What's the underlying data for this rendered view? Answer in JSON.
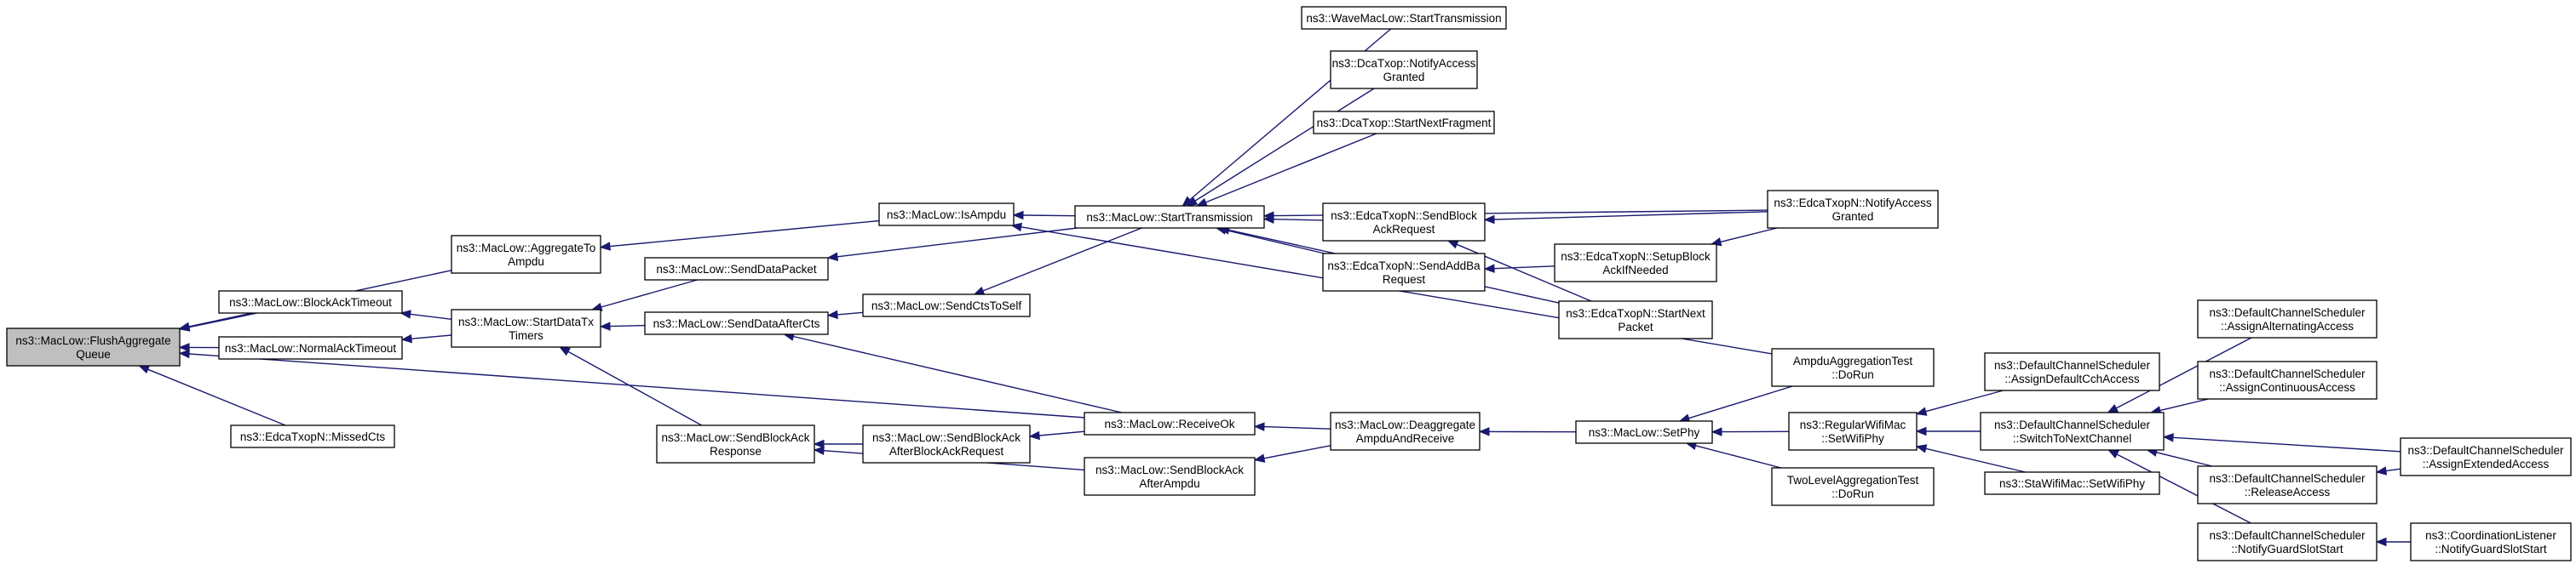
{
  "diagram": {
    "nodes": [
      {
        "id": "flush",
        "lines": [
          "ns3::MacLow::FlushAggregate",
          "Queue"
        ],
        "root": true
      },
      {
        "id": "aggregateTo",
        "lines": [
          "ns3::MacLow::AggregateTo",
          "Ampdu"
        ]
      },
      {
        "id": "blockAckTimeout",
        "lines": [
          "ns3::MacLow::BlockAckTimeout"
        ]
      },
      {
        "id": "normalAckTimeout",
        "lines": [
          "ns3::MacLow::NormalAckTimeout"
        ]
      },
      {
        "id": "missedCts",
        "lines": [
          "ns3::EdcaTxopN::MissedCts"
        ]
      },
      {
        "id": "startDataTx",
        "lines": [
          "ns3::MacLow::StartDataTx",
          "Timers"
        ]
      },
      {
        "id": "sendDataPacket",
        "lines": [
          "ns3::MacLow::SendDataPacket"
        ]
      },
      {
        "id": "sendDataAfterCts",
        "lines": [
          "ns3::MacLow::SendDataAfterCts"
        ]
      },
      {
        "id": "sendBlockAckResponse",
        "lines": [
          "ns3::MacLow::SendBlockAck",
          "Response"
        ]
      },
      {
        "id": "isAmpdu",
        "lines": [
          "ns3::MacLow::IsAmpdu"
        ]
      },
      {
        "id": "sendCtsToSelf",
        "lines": [
          "ns3::MacLow::SendCtsToSelf"
        ]
      },
      {
        "id": "sendBlockAckAfterReq",
        "lines": [
          "ns3::MacLow::SendBlockAck",
          "AfterBlockAckRequest"
        ]
      },
      {
        "id": "startTransmission",
        "lines": [
          "ns3::MacLow::StartTransmission"
        ]
      },
      {
        "id": "receiveOk",
        "lines": [
          "ns3::MacLow::ReceiveOk"
        ]
      },
      {
        "id": "sendBlockAckAfterAmpdu",
        "lines": [
          "ns3::MacLow::SendBlockAck",
          "AfterAmpdu"
        ]
      },
      {
        "id": "waveStart",
        "lines": [
          "ns3::WaveMacLow::StartTransmission"
        ]
      },
      {
        "id": "dcaNotify",
        "lines": [
          "ns3::DcaTxop::NotifyAccess",
          "Granted"
        ]
      },
      {
        "id": "dcaNextFrag",
        "lines": [
          "ns3::DcaTxop::StartNextFragment"
        ]
      },
      {
        "id": "edcaSendBlockAck",
        "lines": [
          "ns3::EdcaTxopN::SendBlock",
          "AckRequest"
        ]
      },
      {
        "id": "edcaSendAddBa",
        "lines": [
          "ns3::EdcaTxopN::SendAddBa",
          "Request"
        ]
      },
      {
        "id": "deaggregate",
        "lines": [
          "ns3::MacLow::Deaggregate",
          "AmpduAndReceive"
        ]
      },
      {
        "id": "edcaNotify",
        "lines": [
          "ns3::EdcaTxopN::NotifyAccess",
          "Granted"
        ]
      },
      {
        "id": "edcaSetupBlockAck",
        "lines": [
          "ns3::EdcaTxopN::SetupBlock",
          "AckIfNeeded"
        ]
      },
      {
        "id": "edcaStartNext",
        "lines": [
          "ns3::EdcaTxopN::StartNext",
          "Packet"
        ]
      },
      {
        "id": "setPhy",
        "lines": [
          "ns3::MacLow::SetPhy"
        ]
      },
      {
        "id": "ampduTest",
        "lines": [
          "AmpduAggregationTest",
          "::DoRun"
        ]
      },
      {
        "id": "regularSetWifiPhy",
        "lines": [
          "ns3::RegularWifiMac",
          "::SetWifiPhy"
        ]
      },
      {
        "id": "twoLevelTest",
        "lines": [
          "TwoLevelAggregationTest",
          "::DoRun"
        ]
      },
      {
        "id": "assignDefaultCch",
        "lines": [
          "ns3::DefaultChannelScheduler",
          "::AssignDefaultCchAccess"
        ]
      },
      {
        "id": "switchToNext",
        "lines": [
          "ns3::DefaultChannelScheduler",
          "::SwitchToNextChannel"
        ]
      },
      {
        "id": "staSetWifiPhy",
        "lines": [
          "ns3::StaWifiMac::SetWifiPhy"
        ]
      },
      {
        "id": "assignAlternating",
        "lines": [
          "ns3::DefaultChannelScheduler",
          "::AssignAlternatingAccess"
        ]
      },
      {
        "id": "assignContinuous",
        "lines": [
          "ns3::DefaultChannelScheduler",
          "::AssignContinuousAccess"
        ]
      },
      {
        "id": "releaseAccess",
        "lines": [
          "ns3::DefaultChannelScheduler",
          "::ReleaseAccess"
        ]
      },
      {
        "id": "notifyGuardSlot",
        "lines": [
          "ns3::DefaultChannelScheduler",
          "::NotifyGuardSlotStart"
        ]
      },
      {
        "id": "assignExtended",
        "lines": [
          "ns3::DefaultChannelScheduler",
          "::AssignExtendedAccess"
        ]
      },
      {
        "id": "coordListener",
        "lines": [
          "ns3::CoordinationListener",
          "::NotifyGuardSlotStart"
        ]
      }
    ],
    "edges": [
      {
        "from": "flush",
        "to": "aggregateTo"
      },
      {
        "from": "flush",
        "to": "blockAckTimeout"
      },
      {
        "from": "flush",
        "to": "normalAckTimeout"
      },
      {
        "from": "flush",
        "to": "missedCts"
      },
      {
        "from": "flush",
        "to": "receiveOk"
      },
      {
        "from": "aggregateTo",
        "to": "isAmpdu"
      },
      {
        "from": "blockAckTimeout",
        "to": "startDataTx"
      },
      {
        "from": "normalAckTimeout",
        "to": "startDataTx"
      },
      {
        "from": "startDataTx",
        "to": "sendDataPacket"
      },
      {
        "from": "startDataTx",
        "to": "sendDataAfterCts"
      },
      {
        "from": "startDataTx",
        "to": "sendBlockAckResponse"
      },
      {
        "from": "sendDataPacket",
        "to": "startTransmission"
      },
      {
        "from": "sendDataAfterCts",
        "to": "sendCtsToSelf"
      },
      {
        "from": "sendDataAfterCts",
        "to": "receiveOk"
      },
      {
        "from": "sendBlockAckResponse",
        "to": "sendBlockAckAfterReq"
      },
      {
        "from": "sendBlockAckResponse",
        "to": "sendBlockAckAfterAmpdu"
      },
      {
        "from": "isAmpdu",
        "to": "startTransmission"
      },
      {
        "from": "isAmpdu",
        "to": "ampduTest"
      },
      {
        "from": "sendCtsToSelf",
        "to": "startTransmission"
      },
      {
        "from": "sendBlockAckAfterReq",
        "to": "receiveOk"
      },
      {
        "from": "receiveOk",
        "to": "deaggregate"
      },
      {
        "from": "sendBlockAckAfterAmpdu",
        "to": "deaggregate"
      },
      {
        "from": "startTransmission",
        "to": "waveStart"
      },
      {
        "from": "startTransmission",
        "to": "dcaNotify"
      },
      {
        "from": "startTransmission",
        "to": "dcaNextFrag"
      },
      {
        "from": "startTransmission",
        "to": "edcaSendBlockAck"
      },
      {
        "from": "startTransmission",
        "to": "edcaSendAddBa"
      },
      {
        "from": "startTransmission",
        "to": "edcaNotify"
      },
      {
        "from": "startTransmission",
        "to": "edcaStartNext"
      },
      {
        "from": "edcaSendBlockAck",
        "to": "edcaNotify"
      },
      {
        "from": "edcaSendBlockAck",
        "to": "edcaStartNext"
      },
      {
        "from": "edcaSendAddBa",
        "to": "edcaSetupBlockAck"
      },
      {
        "from": "edcaSetupBlockAck",
        "to": "edcaNotify"
      },
      {
        "from": "deaggregate",
        "to": "setPhy"
      },
      {
        "from": "setPhy",
        "to": "ampduTest"
      },
      {
        "from": "setPhy",
        "to": "regularSetWifiPhy"
      },
      {
        "from": "setPhy",
        "to": "twoLevelTest"
      },
      {
        "from": "regularSetWifiPhy",
        "to": "assignDefaultCch"
      },
      {
        "from": "regularSetWifiPhy",
        "to": "switchToNext"
      },
      {
        "from": "regularSetWifiPhy",
        "to": "staSetWifiPhy"
      },
      {
        "from": "switchToNext",
        "to": "assignAlternating"
      },
      {
        "from": "switchToNext",
        "to": "assignContinuous"
      },
      {
        "from": "switchToNext",
        "to": "releaseAccess"
      },
      {
        "from": "switchToNext",
        "to": "notifyGuardSlot"
      },
      {
        "from": "switchToNext",
        "to": "assignExtended"
      },
      {
        "from": "releaseAccess",
        "to": "assignExtended"
      },
      {
        "from": "notifyGuardSlot",
        "to": "coordListener"
      }
    ]
  }
}
